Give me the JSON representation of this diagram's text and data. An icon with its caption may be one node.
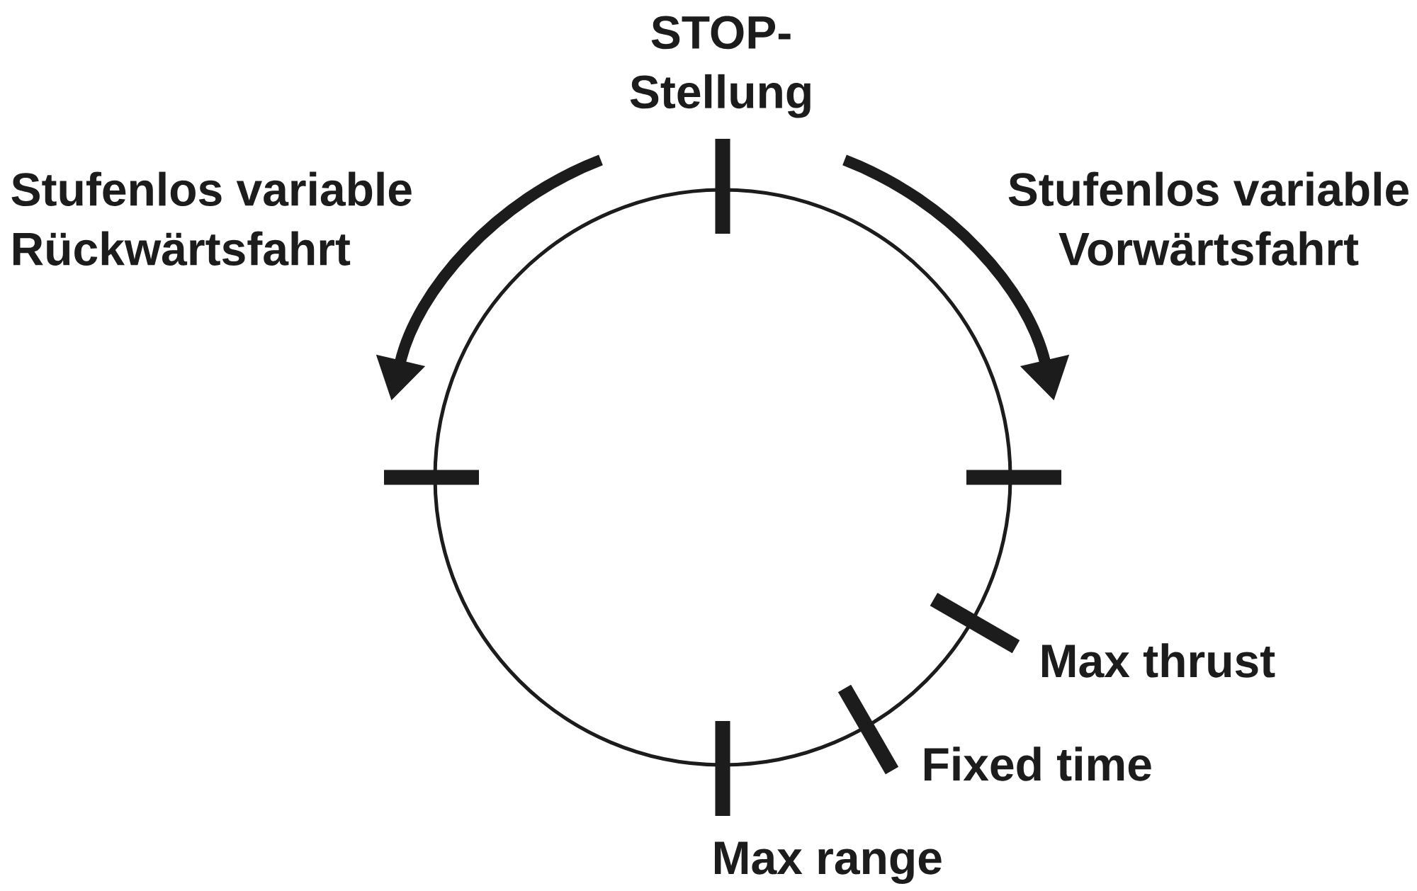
{
  "diagram": {
    "labels": [
      "STOP-Stellung",
      "Stufenlos variable Rückwärtsfahrt",
      "Stufenlos variable Vorwärtsfahrt",
      "Max thrust",
      "Fixed time",
      "Max range"
    ]
  }
}
